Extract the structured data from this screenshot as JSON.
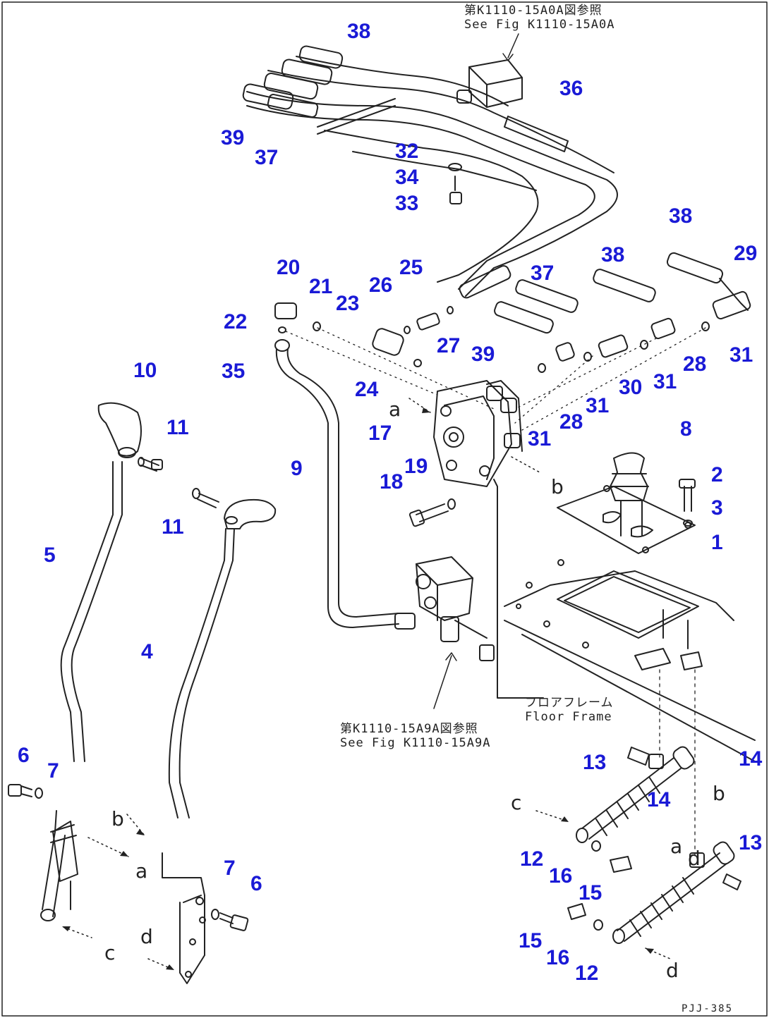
{
  "callouts": [
    "38",
    "36",
    "39",
    "37",
    "32",
    "34",
    "33",
    "38",
    "29",
    "38",
    "37",
    "20",
    "21",
    "25",
    "26",
    "23",
    "22",
    "27",
    "39",
    "28",
    "31",
    "30",
    "31",
    "35",
    "24",
    "31",
    "28",
    "31",
    "8",
    "10",
    "11",
    "17",
    "19",
    "9",
    "2",
    "18",
    "3",
    "1",
    "11",
    "5",
    "4",
    "14",
    "13",
    "14",
    "6",
    "7",
    "12",
    "16",
    "15",
    "13",
    "7",
    "6",
    "15",
    "16",
    "12"
  ],
  "notes": {
    "ref_top": "第K1110-15A0A図参照\nSee Fig K1110-15A0A",
    "ref_bottom": "第K1110-15A9A図参照\nSee Fig K1110-15A9A",
    "floor_frame": "フロアフレーム\nFloor Frame"
  },
  "letters": [
    "a",
    "b",
    "a",
    "b",
    "c",
    "d",
    "c",
    "d",
    "b",
    "a",
    "d"
  ],
  "part_code": "PJJ-385"
}
